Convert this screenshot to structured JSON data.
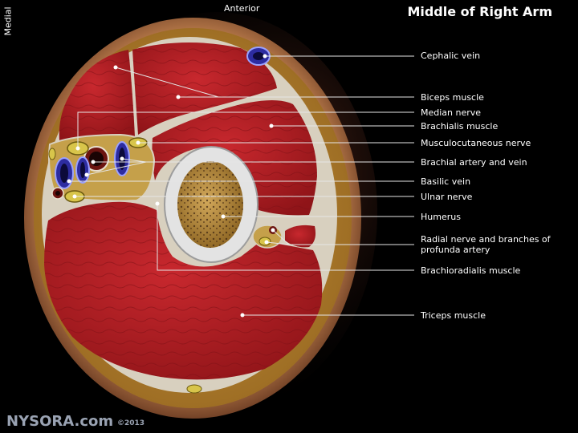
{
  "title": "Middle of Right Arm",
  "orientation": {
    "top": "Anterior",
    "left": "Medial"
  },
  "labels": [
    {
      "id": "cephalic-vein",
      "text": "Cephalic vein"
    },
    {
      "id": "biceps-muscle",
      "text": "Biceps muscle"
    },
    {
      "id": "median-nerve",
      "text": "Median nerve"
    },
    {
      "id": "brachialis-muscle",
      "text": "Brachialis muscle"
    },
    {
      "id": "musculocutaneous-nerve",
      "text": "Musculocutaneous nerve"
    },
    {
      "id": "brachial-artery-vein",
      "text": "Brachial artery and vein"
    },
    {
      "id": "basilic-vein",
      "text": "Basilic vein"
    },
    {
      "id": "ulnar-nerve",
      "text": "Ulnar nerve"
    },
    {
      "id": "humerus",
      "text": "Humerus"
    },
    {
      "id": "radial-nerve",
      "text": "Radial nerve and branches of",
      "text2": "profunda artery"
    },
    {
      "id": "brachioradialis-muscle",
      "text": "Brachioradialis muscle"
    },
    {
      "id": "triceps-muscle",
      "text": "Triceps muscle"
    }
  ],
  "brand": {
    "name": "NYSORA.com",
    "copyright": "©2013"
  },
  "colors": {
    "background": "#000000",
    "skin": "#c89a6a",
    "fat": "#b8862f",
    "muscle": "#b8222a",
    "fascia": "#d8d0bf",
    "vein": "#2d2ca0",
    "nerve": "#d8c54a",
    "bone": "#d7d7d7",
    "marrow": "#b88a3c"
  }
}
